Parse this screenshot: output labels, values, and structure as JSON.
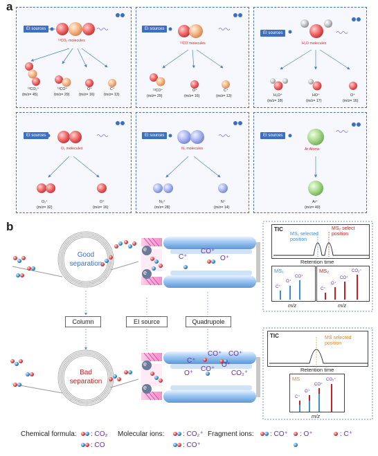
{
  "panel_a_label": "a",
  "panel_b_label": "b",
  "ei_source_tag": "EI sources",
  "electron_sym": "e",
  "panels": [
    {
      "molecule_label": "¹³CO₂ molecules",
      "fragments": [
        {
          "ion": "¹³CO₂⁺",
          "mz": "(m/z= 45)"
        },
        {
          "ion": "¹³CO⁺",
          "mz": "(m/z= 29)"
        },
        {
          "ion": "O⁺",
          "mz": "(m/z= 16)"
        },
        {
          "ion": "C⁺",
          "mz": "(m/z= 13)"
        }
      ]
    },
    {
      "molecule_label": "¹³CO molecules",
      "fragments": [
        {
          "ion": "¹³CO⁺",
          "mz": "(m/z= 29)"
        },
        {
          "ion": "O⁺",
          "mz": "(m/z= 16)"
        },
        {
          "ion": "C⁺",
          "mz": "(m/z= 13)"
        }
      ]
    },
    {
      "molecule_label": "H₂O molecules",
      "fragments": [
        {
          "ion": "H₂O⁺",
          "mz": "(m/z= 18)"
        },
        {
          "ion": "HO⁺",
          "mz": "(m/z= 17)"
        },
        {
          "ion": "O⁺",
          "mz": "(m/z= 16)"
        }
      ]
    },
    {
      "molecule_label": "O₂ molecules",
      "fragments": [
        {
          "ion": "O₂⁺",
          "mz": "(m/z= 32)"
        },
        {
          "ion": "O⁺",
          "mz": "(m/z= 16)"
        }
      ]
    },
    {
      "molecule_label": "N₂ molecules",
      "fragments": [
        {
          "ion": "N₂⁺",
          "mz": "(m/z= 28)"
        },
        {
          "ion": "N⁺",
          "mz": "(m/z= 14)"
        }
      ]
    },
    {
      "molecule_label": "Ar Atoms",
      "fragments": [
        {
          "ion": "Ar⁺",
          "mz": "(m/z= 40)"
        }
      ]
    }
  ],
  "good_separation": "Good separation",
  "bad_separation": "Bad separation",
  "column_label": "Column",
  "ei_source_label": "EI source",
  "quadrupole_label": "Quadrupole",
  "top_ions": {
    "c": "C⁺",
    "co": "CO⁺",
    "o": "O⁺"
  },
  "bottom_ions": {
    "c1": "C⁺",
    "co1": "CO⁺",
    "co2": "CO⁺",
    "o1": "O⁺",
    "co3": "CO⁺",
    "o2": "O⁺",
    "co2plus": "CO₂⁺"
  },
  "tic_top": {
    "title": "TIC",
    "ms1_sel": "MS₁ selected position",
    "ms2_sel": "MS₂ select position",
    "xlabel": "Retention time"
  },
  "ms1": {
    "title": "MS₁",
    "xlabel": "m/z",
    "peaks": [
      "C⁺",
      "O⁺",
      "CO⁺"
    ]
  },
  "ms2": {
    "title": "MS₂",
    "xlabel": "m/z",
    "peaks": [
      "C⁺",
      "O⁺",
      "CO⁺",
      "CO₂⁺"
    ]
  },
  "tic_bottom": {
    "title": "TIC",
    "ms_sel": "MS selected position",
    "xlabel": "Retention time"
  },
  "ms_bottom": {
    "title": "MS",
    "xlabel": "m/z",
    "peaks": [
      "C⁺",
      "O⁺",
      "CO⁺",
      "CO₂⁺"
    ]
  },
  "legend": {
    "chem_formula": "Chemical formula:",
    "co2": ": CO₂",
    "co": ": CO",
    "molecular_ions": "Molecular ions:",
    "co2_ion": ": CO₂⁺",
    "co_ion": ": CO⁺",
    "fragment_ions": "Fragment ions:",
    "frag_co": ": CO⁺",
    "frag_o": ": O⁺",
    "frag_c": ": C⁺"
  },
  "colors": {
    "red": "#e04848",
    "blue": "#3a8fd8",
    "box_border": "#4a6fb0",
    "pink": "#f07ac0",
    "ion_text": "#6a2bb0"
  }
}
